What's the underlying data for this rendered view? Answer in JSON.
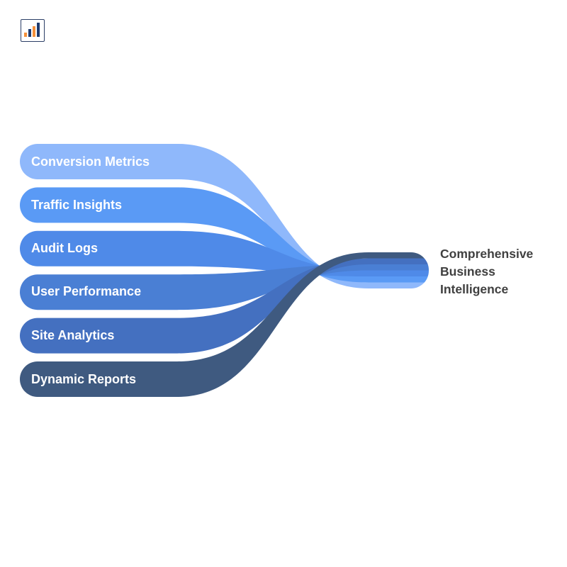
{
  "logo_icon": "bar-chart-icon",
  "inputs": [
    {
      "label": "Conversion Metrics",
      "color": "#8fb8fb"
    },
    {
      "label": "Traffic Insights",
      "color": "#5a9af5"
    },
    {
      "label": "Audit Logs",
      "color": "#4f8ae8"
    },
    {
      "label": "User Performance",
      "color": "#4a7fd4"
    },
    {
      "label": "Site Analytics",
      "color": "#4470c0"
    },
    {
      "label": "Dynamic Reports",
      "color": "#3f5a80"
    }
  ],
  "output": {
    "line1": "Comprehensive",
    "line2": "Business",
    "line3": "Intelligence"
  }
}
